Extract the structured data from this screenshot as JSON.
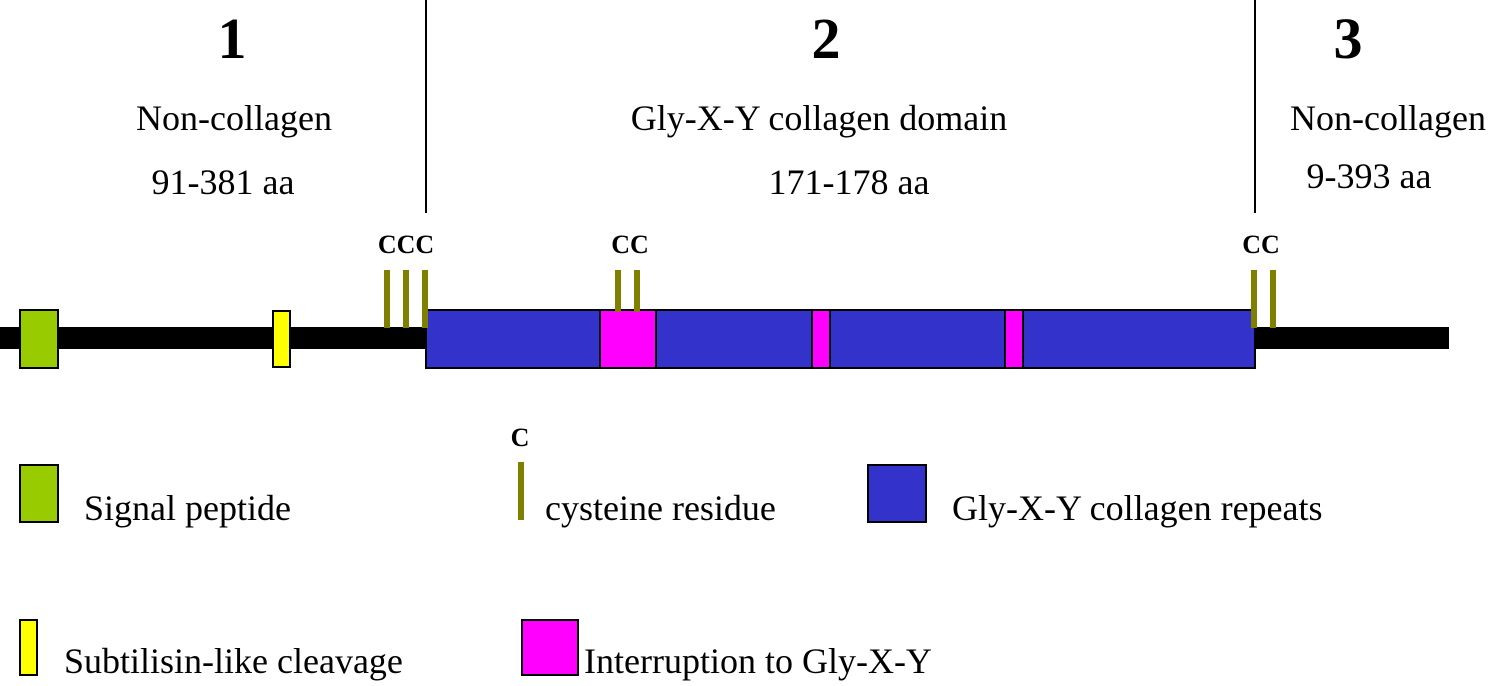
{
  "colors": {
    "signal_peptide": "#99cc00",
    "cleavage": "#ffff00",
    "cysteine": "#808000",
    "collagen_repeats": "#3333cc",
    "interruption": "#ff00ff",
    "backbone": "#000000"
  },
  "domains": [
    {
      "number": "1",
      "name": "Non-collagen",
      "length": "91-381 aa"
    },
    {
      "number": "2",
      "name": "Gly-X-Y collagen domain",
      "length": "171-178 aa"
    },
    {
      "number": "3",
      "name": "Non-collagen",
      "length": "9-393 aa"
    }
  ],
  "cysteine_clusters": [
    {
      "label": "CCC",
      "count": 3
    },
    {
      "label": "CC",
      "count": 2
    },
    {
      "label": "CC",
      "count": 2
    }
  ],
  "legend": {
    "signal_peptide": "Signal peptide",
    "cysteine_symbol": "C",
    "cysteine": "cysteine residue",
    "collagen_repeats": "Gly-X-Y collagen repeats",
    "cleavage": "Subtilisin-like cleavage",
    "interruption": "Interruption to Gly-X-Y"
  }
}
